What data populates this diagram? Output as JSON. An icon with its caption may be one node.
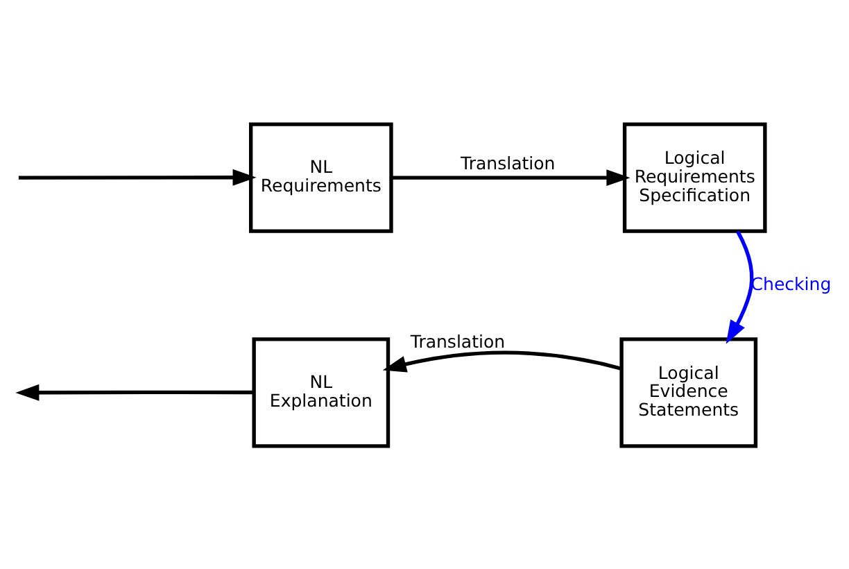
{
  "diagram": {
    "nodes": [
      {
        "text": [
          "NL Requirements"
        ]
      },
      {
        "text": [
          "Logical Requirements Specification"
        ]
      },
      {
        "text": [
          "Logical Evidence Statements"
        ]
      },
      {
        "text": [
          "NL Explanation"
        ]
      }
    ],
    "edges": [
      {
        "from": null,
        "to": 0,
        "arrow": "to"
      },
      {
        "from": 0,
        "to": 1,
        "arrow": "to",
        "label": "Translation"
      },
      {
        "from": 1,
        "to": 2,
        "arrow": "to",
        "label": "Checking",
        "color": "#0000ff"
      },
      {
        "from": 2,
        "to": 3,
        "arrow": "to",
        "label": "Translation"
      },
      {
        "from": 3,
        "to": null,
        "arrow": "to"
      }
    ]
  }
}
